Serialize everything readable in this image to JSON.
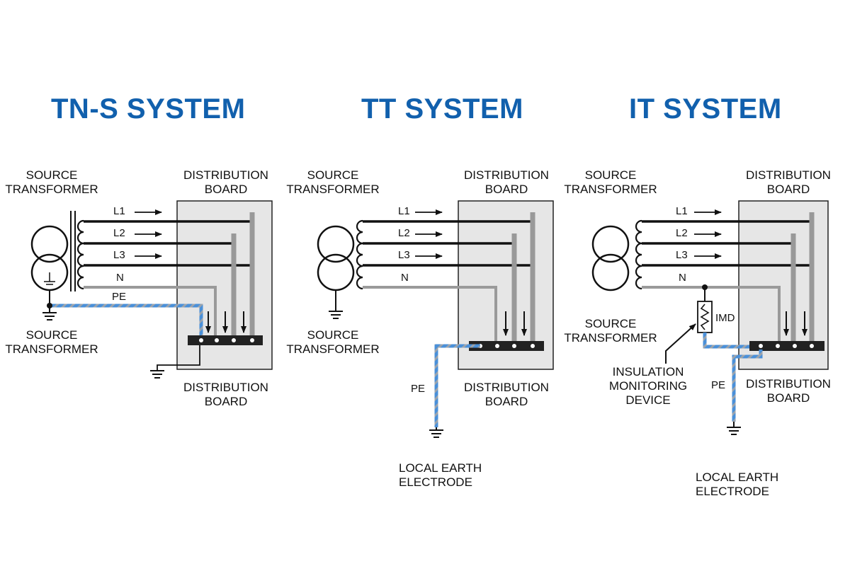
{
  "panels": [
    {
      "title": "TN-S SYSTEM",
      "source_top": [
        "SOURCE",
        "TRANSFORMER"
      ],
      "source_bottom": [
        "SOURCE",
        "TRANSFORMER"
      ],
      "board_top": [
        "DISTRIBUTION",
        "BOARD"
      ],
      "board_bottom": [
        "DISTRIBUTION",
        "BOARD"
      ],
      "lines": [
        "L1",
        "L2",
        "L3",
        "N"
      ],
      "pe": "PE"
    },
    {
      "title": "TT SYSTEM",
      "source_top": [
        "SOURCE",
        "TRANSFORMER"
      ],
      "source_bottom": [
        "SOURCE",
        "TRANSFORMER"
      ],
      "board_top": [
        "DISTRIBUTION",
        "BOARD"
      ],
      "board_bottom": [
        "DISTRIBUTION",
        "BOARD"
      ],
      "lines": [
        "L1",
        "L2",
        "L3",
        "N"
      ],
      "pe": "PE",
      "earth": [
        "LOCAL EARTH",
        "ELECTRODE"
      ]
    },
    {
      "title": "IT SYSTEM",
      "source_top": [
        "SOURCE",
        "TRANSFORMER"
      ],
      "source_bottom": [
        "SOURCE",
        "TRANSFORMER"
      ],
      "board_top": [
        "DISTRIBUTION",
        "BOARD"
      ],
      "board_bottom": [
        "DISTRIBUTION",
        "BOARD"
      ],
      "lines": [
        "L1",
        "L2",
        "L3",
        "N"
      ],
      "pe": "PE",
      "imd": "IMD",
      "imd_label": [
        "INSULATION",
        "MONITORING",
        "DEVICE"
      ],
      "earth": [
        "LOCAL EARTH",
        "ELECTRODE"
      ]
    }
  ],
  "colors": {
    "title": "#1160ad",
    "pe_blue": "#4a90d9",
    "pe_stripe": "#9aa3ad",
    "neutral": "#9a9a9a",
    "busbar": "#222222",
    "board_fill": "#e6e6e6"
  }
}
